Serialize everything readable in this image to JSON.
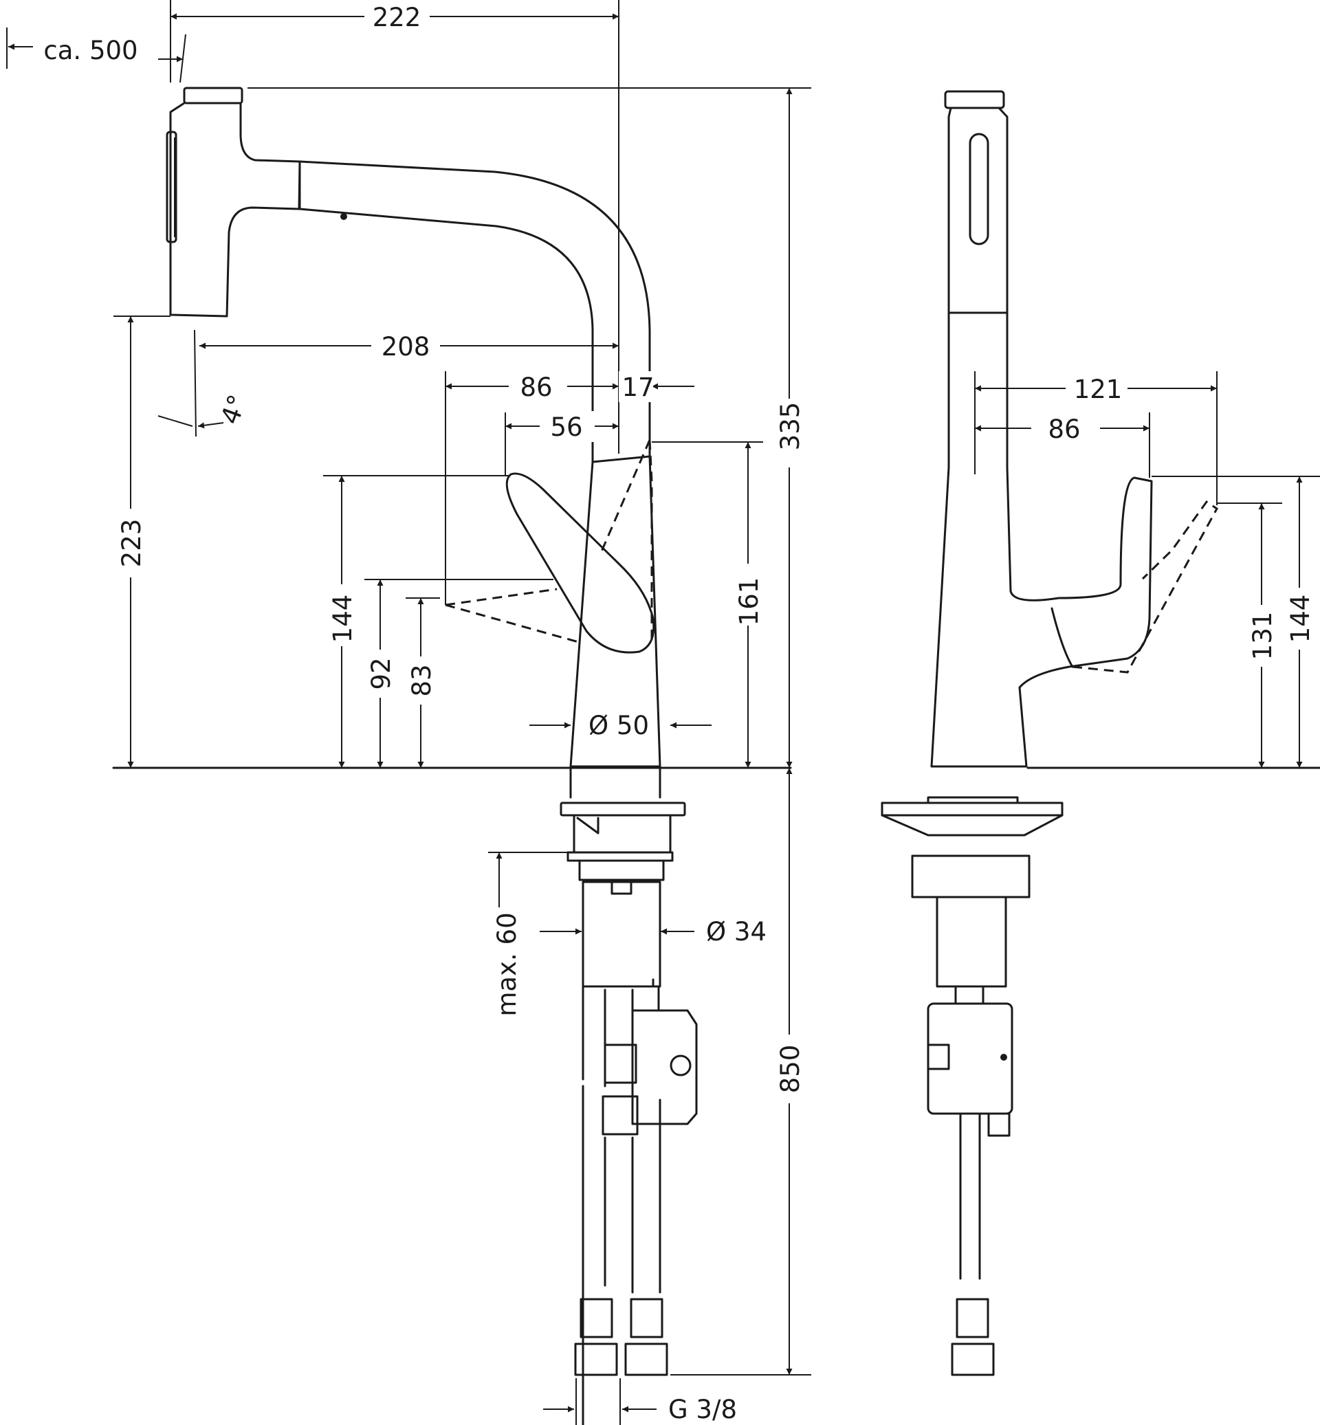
{
  "dimensions": {
    "pullout_extension": "ca. 500",
    "total_reach": "222",
    "height_total": "335",
    "spout_clearance": "223",
    "spray_reach": "208",
    "spray_angle": "4°",
    "lever_reach": "86",
    "lever_offset": "17",
    "lever_reach_min": "56",
    "lever_height_max": "161",
    "lever_height": "144",
    "lever_height_open": "92",
    "lever_height_low": "83",
    "body_diameter": "Ø 50",
    "shank_diameter": "Ø 34",
    "counter_thickness": "max. 60",
    "hose_length": "850",
    "connection_thread": "G 3/8"
  },
  "side_view": {
    "lever_depth_max": "121",
    "lever_depth": "86",
    "lever_height_tilt": "131",
    "lever_height": "144"
  }
}
